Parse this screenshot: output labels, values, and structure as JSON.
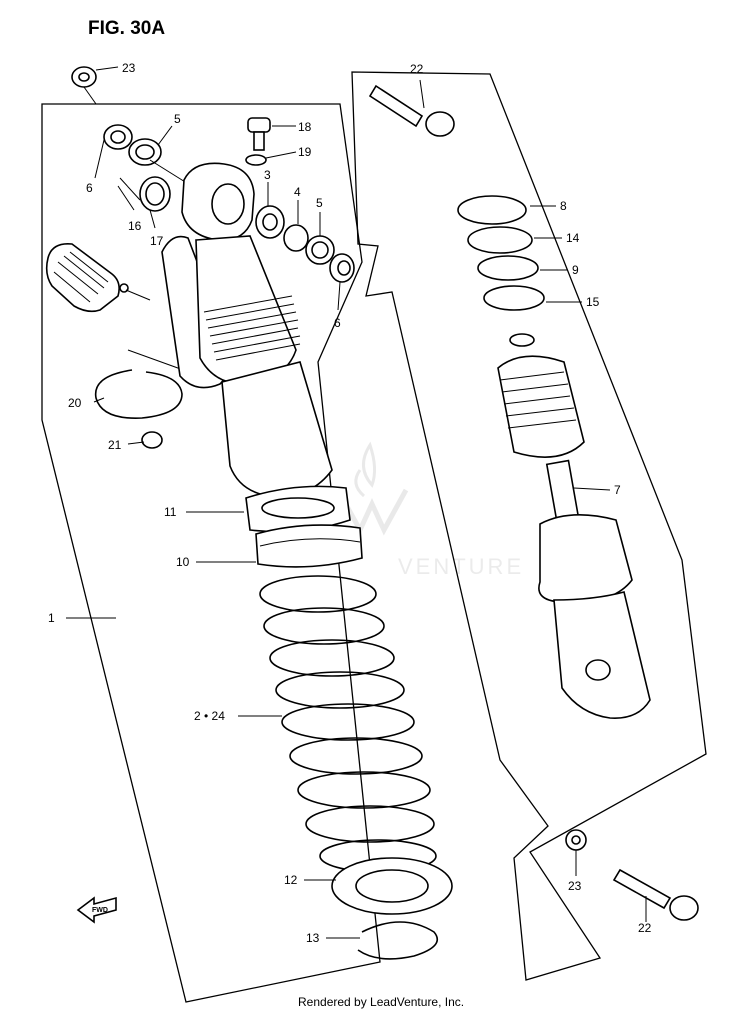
{
  "figure": {
    "title": "FIG. 30A",
    "footer": "Rendered by LeadVenture, Inc.",
    "watermark": "VENTURE",
    "fwd_arrow_text": "FWD"
  },
  "callouts": [
    {
      "id": "23a",
      "text": "23"
    },
    {
      "id": "5a",
      "text": "5"
    },
    {
      "id": "6a",
      "text": "6"
    },
    {
      "id": "16",
      "text": "16"
    },
    {
      "id": "17",
      "text": "17"
    },
    {
      "id": "18",
      "text": "18"
    },
    {
      "id": "19",
      "text": "19"
    },
    {
      "id": "3",
      "text": "3"
    },
    {
      "id": "4",
      "text": "4"
    },
    {
      "id": "5b",
      "text": "5"
    },
    {
      "id": "6b",
      "text": "6"
    },
    {
      "id": "22a",
      "text": "22"
    },
    {
      "id": "8",
      "text": "8"
    },
    {
      "id": "14",
      "text": "14"
    },
    {
      "id": "9",
      "text": "9"
    },
    {
      "id": "15",
      "text": "15"
    },
    {
      "id": "20",
      "text": "20"
    },
    {
      "id": "21",
      "text": "21"
    },
    {
      "id": "7",
      "text": "7"
    },
    {
      "id": "11",
      "text": "11"
    },
    {
      "id": "10",
      "text": "10"
    },
    {
      "id": "1",
      "text": "1"
    },
    {
      "id": "2-24",
      "text": "2 • 24"
    },
    {
      "id": "12",
      "text": "12"
    },
    {
      "id": "13",
      "text": "13"
    },
    {
      "id": "23b",
      "text": "23"
    },
    {
      "id": "22b",
      "text": "22"
    }
  ]
}
